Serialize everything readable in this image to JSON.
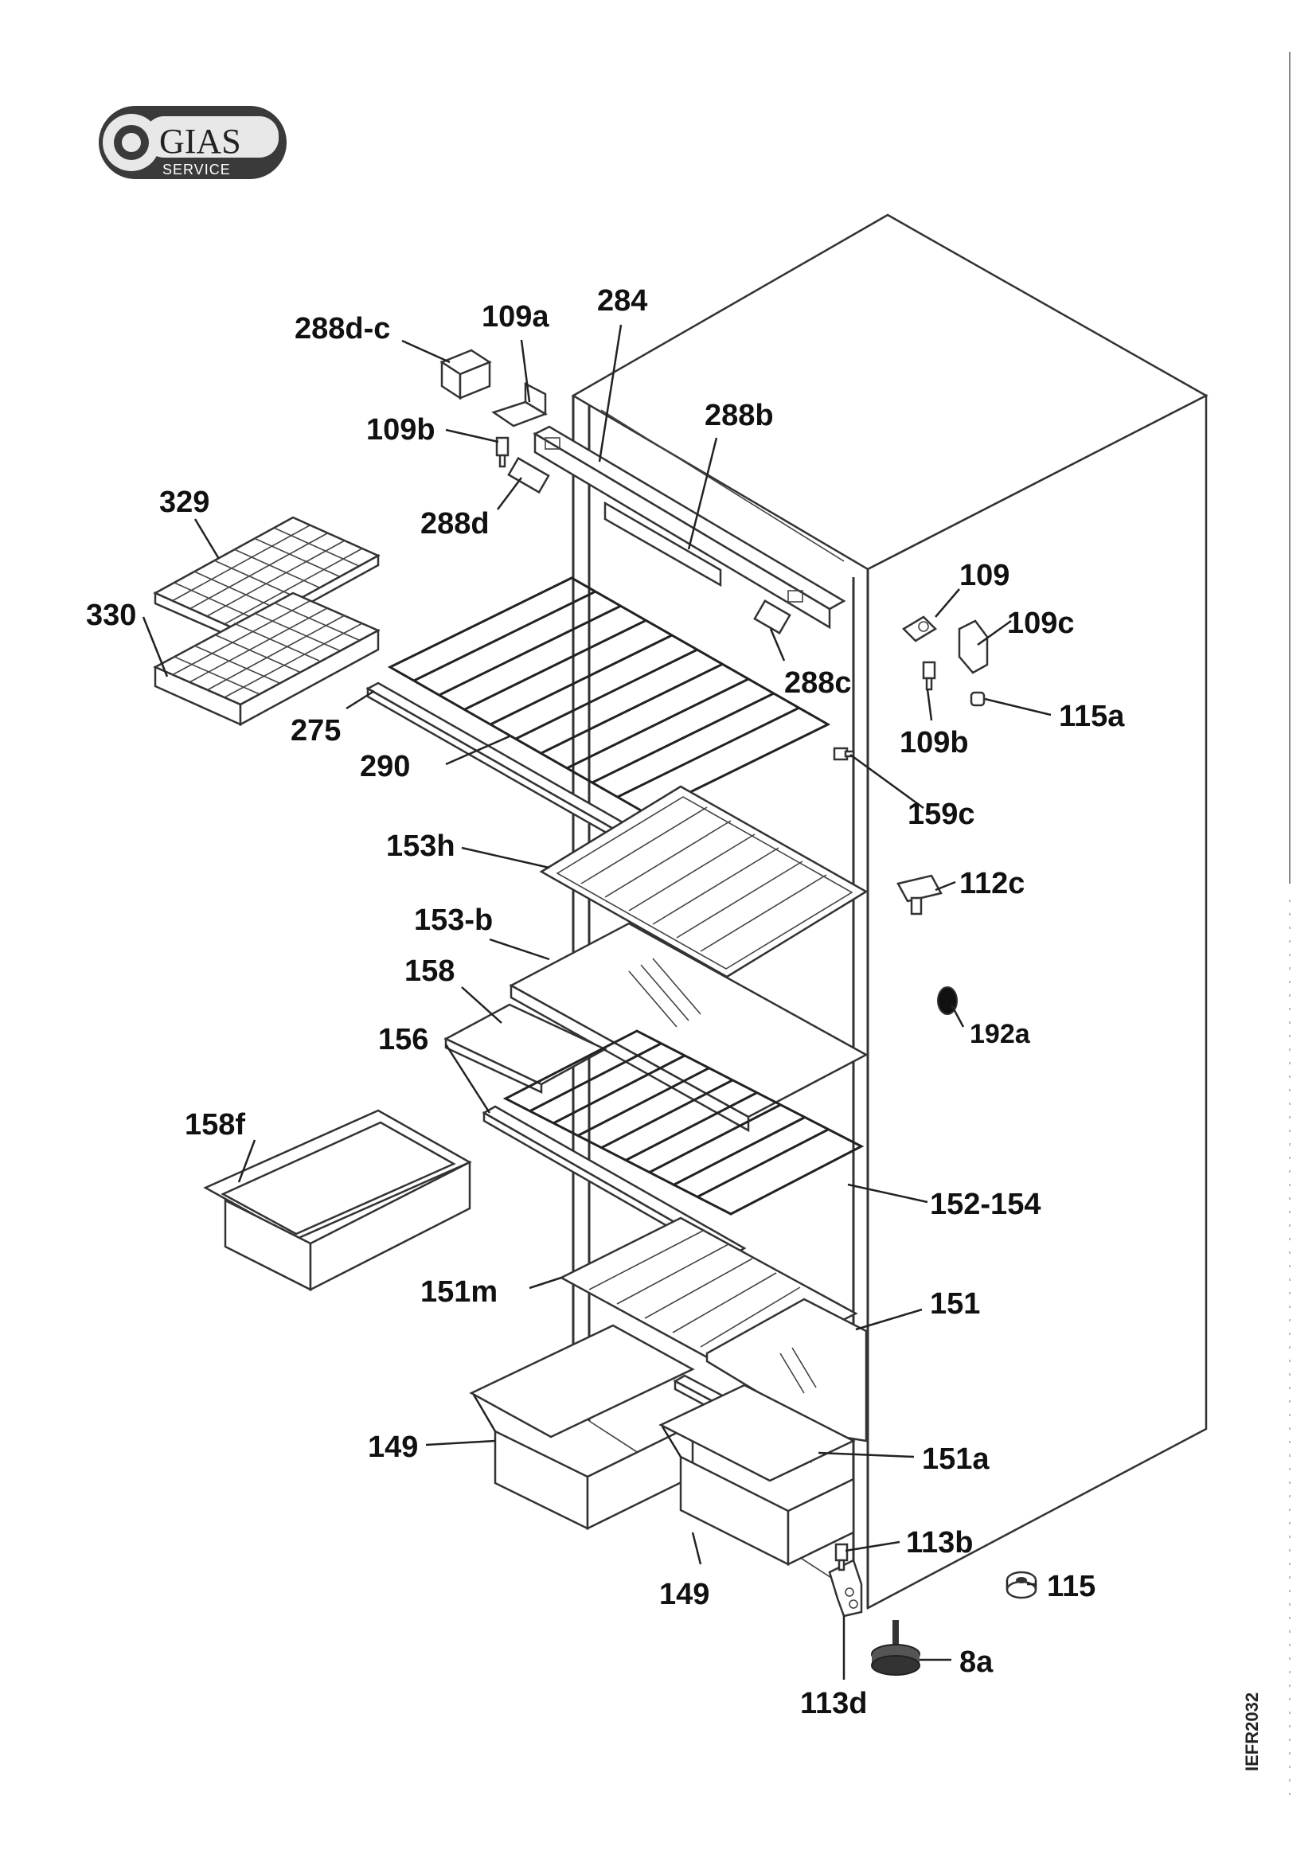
{
  "logo": {
    "brand": "GIAS",
    "tagline": "SERVICE"
  },
  "drawing_code": "IEFR2032",
  "labels": {
    "l288dc": "288d-c",
    "l109a": "109a",
    "l284": "284",
    "l288b": "288b",
    "l109b_top": "109b",
    "l288d": "288d",
    "l329": "329",
    "l330": "330",
    "l275": "275",
    "l290": "290",
    "l288c": "288c",
    "l109": "109",
    "l109c": "109c",
    "l115a": "115a",
    "l109b_right": "109b",
    "l159c": "159c",
    "l153h": "153h",
    "l112c": "112c",
    "l153b": "153-b",
    "l158": "158",
    "l192a": "192a",
    "l156": "156",
    "l158f": "158f",
    "l152154": "152-154",
    "l151m": "151m",
    "l151": "151",
    "l149_left": "149",
    "l151a": "151a",
    "l113b": "113b",
    "l115": "115",
    "l149_bottom": "149",
    "l8a": "8a",
    "l113d": "113d"
  },
  "colors": {
    "ink": "#222222",
    "logo_dark": "#3a3a3a",
    "background": "#ffffff"
  }
}
